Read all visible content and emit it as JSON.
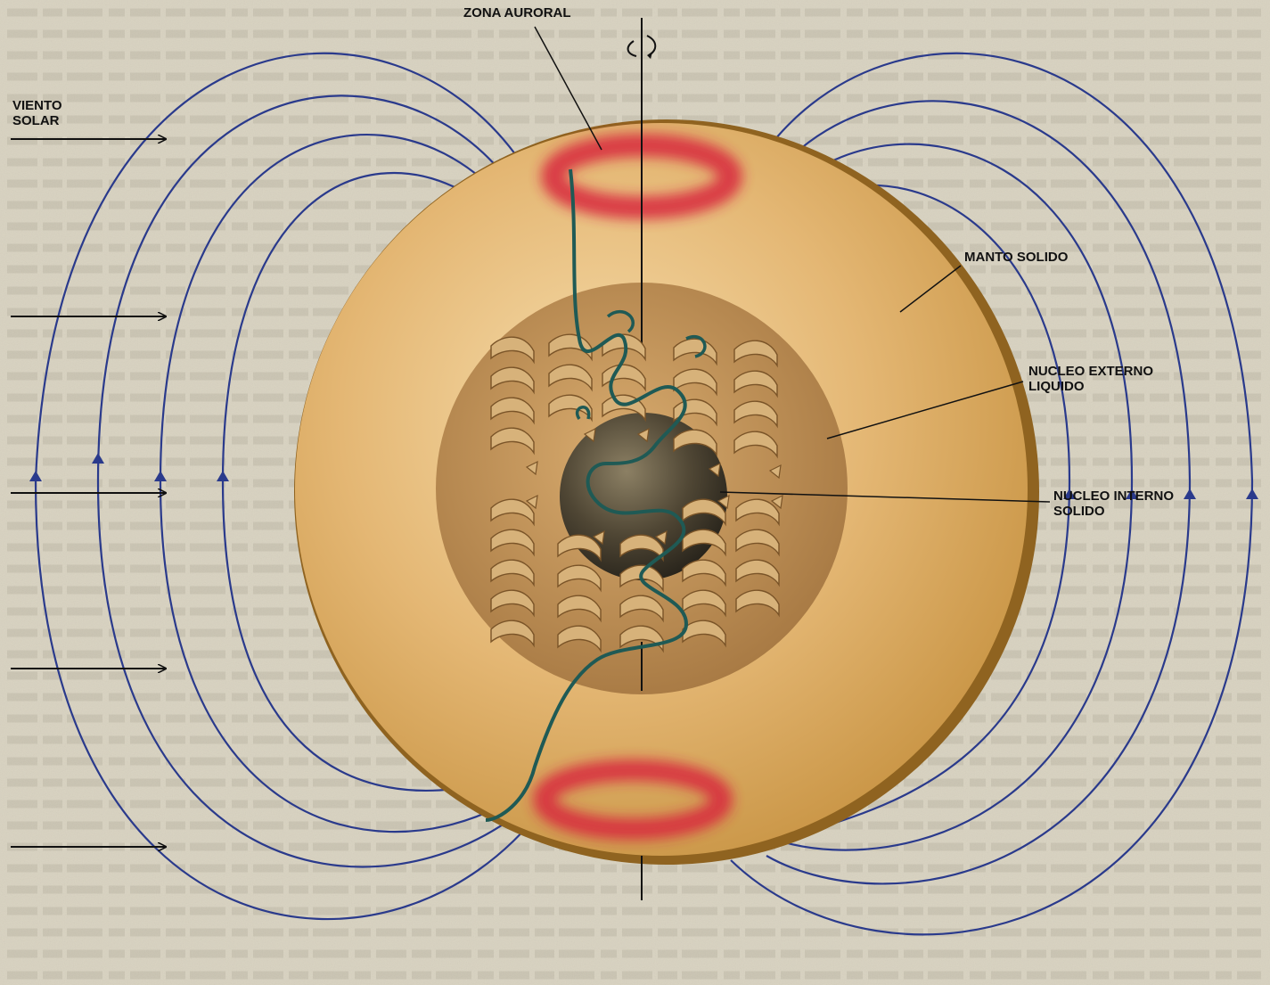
{
  "diagram": {
    "labels": {
      "solar_wind": "VIENTO\nSOLAR",
      "auroral_zone": "ZONA AURORAL",
      "solid_mantle": "MANTO SOLIDO",
      "liquid_outer_core": "NUCLEO EXTERNO\nLIQUIDO",
      "solid_inner_core": "NUCLEO INTERNO\nSOLIDO"
    },
    "icons": {
      "rotation": "rotation-arrow-icon",
      "solar_wind_arrow": "arrow-right-icon",
      "convection_helix": "helix-arrow-icon"
    },
    "colors": {
      "paper": "#d8d2c0",
      "field_lines": "#2a3a8c",
      "mantle": "#e2b470",
      "mantle_rim": "#9a6a22",
      "outer_core": "#bf8e52",
      "inner_core": "#4a4232",
      "aurora": "#d8283c",
      "core_currents": "#1f5a55",
      "text": "#111111"
    }
  }
}
